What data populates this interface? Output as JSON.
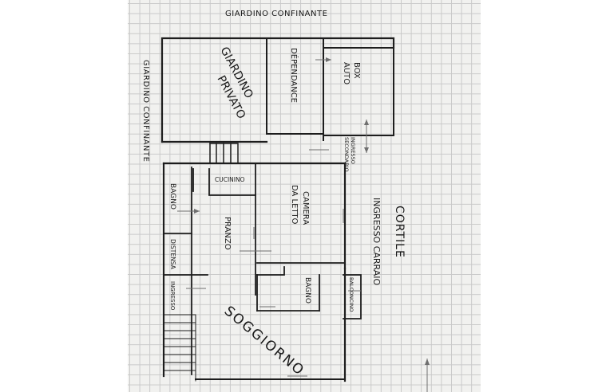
{
  "plan": {
    "labels": {
      "top": "GIARDINO CONFINANTE",
      "left": "GIARDINO CONFINANTE",
      "giardino_1": "GIARDINO",
      "giardino_2": "PRIVATO",
      "dependance": "DÉPENDANCE",
      "box_1": "BOX",
      "box_2": "AUTO",
      "ingresso_sec_1": "INGRESSO",
      "ingresso_sec_2": "SECONDARIO",
      "cucinino": "CUCININO",
      "bagno_left": "BAGNO",
      "camera_1": "CAMERA",
      "camera_2": "DA LETTO",
      "pranzo": "PRANZO",
      "disimpegno": "DISTENSA",
      "ingresso": "INGRESSO",
      "bagno_mid": "BAGNO",
      "balcone": "BALCONCINO",
      "soggiorno": "SOGGIORNO",
      "cortile": "CORTILE",
      "ingresso_carraio": "INGRESSO CARRAIO"
    }
  }
}
